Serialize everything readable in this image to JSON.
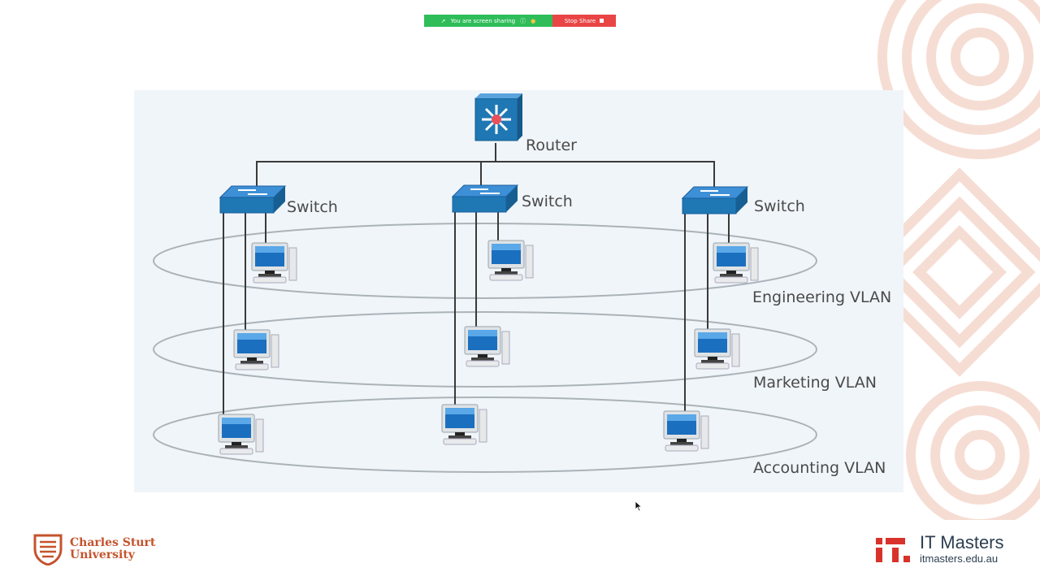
{
  "share_bar": {
    "status_text": "You are screen sharing",
    "stop_label": "Stop Share"
  },
  "diagram": {
    "router_label": "Router",
    "switch_labels": [
      "Switch",
      "Switch",
      "Switch"
    ],
    "vlans": [
      "Engineering VLAN",
      "Marketing VLAN",
      "Accounting VLAN"
    ]
  },
  "footer": {
    "csu_line1": "Charles Sturt",
    "csu_line2": "University",
    "itm_name": "IT Masters",
    "itm_url": "itmasters.edu.au"
  },
  "colors": {
    "share_green": "#2ebd59",
    "stop_red": "#e94545",
    "csu_orange": "#c4532c",
    "itm_red": "#d9322c",
    "switch_blue": "#1f78b4"
  }
}
